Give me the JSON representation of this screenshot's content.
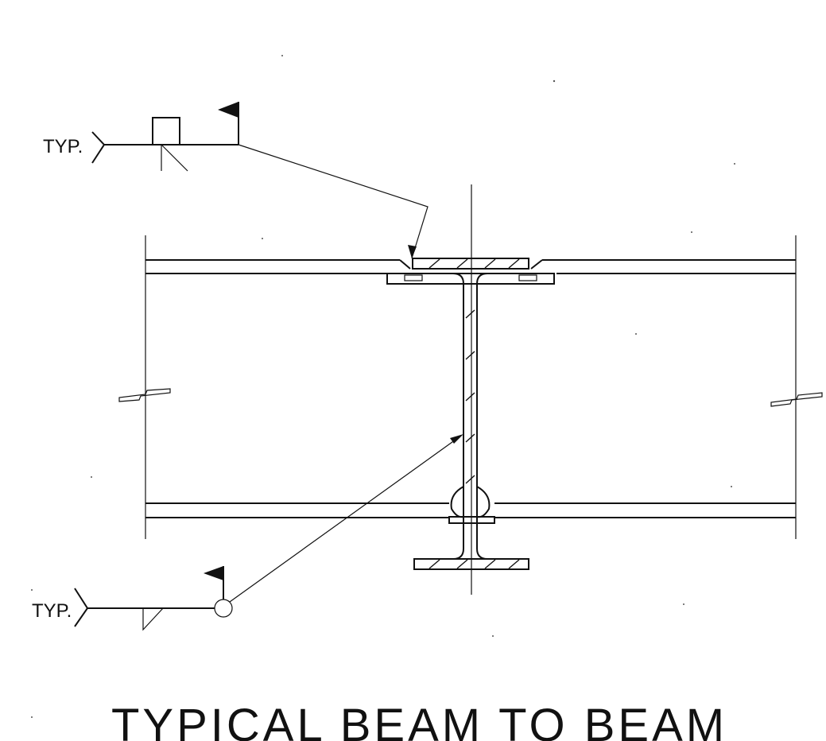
{
  "labels": {
    "top_weld_note": "TYP.",
    "bottom_weld_note": "TYP."
  },
  "title": "TYPICAL BEAM TO BEAM"
}
